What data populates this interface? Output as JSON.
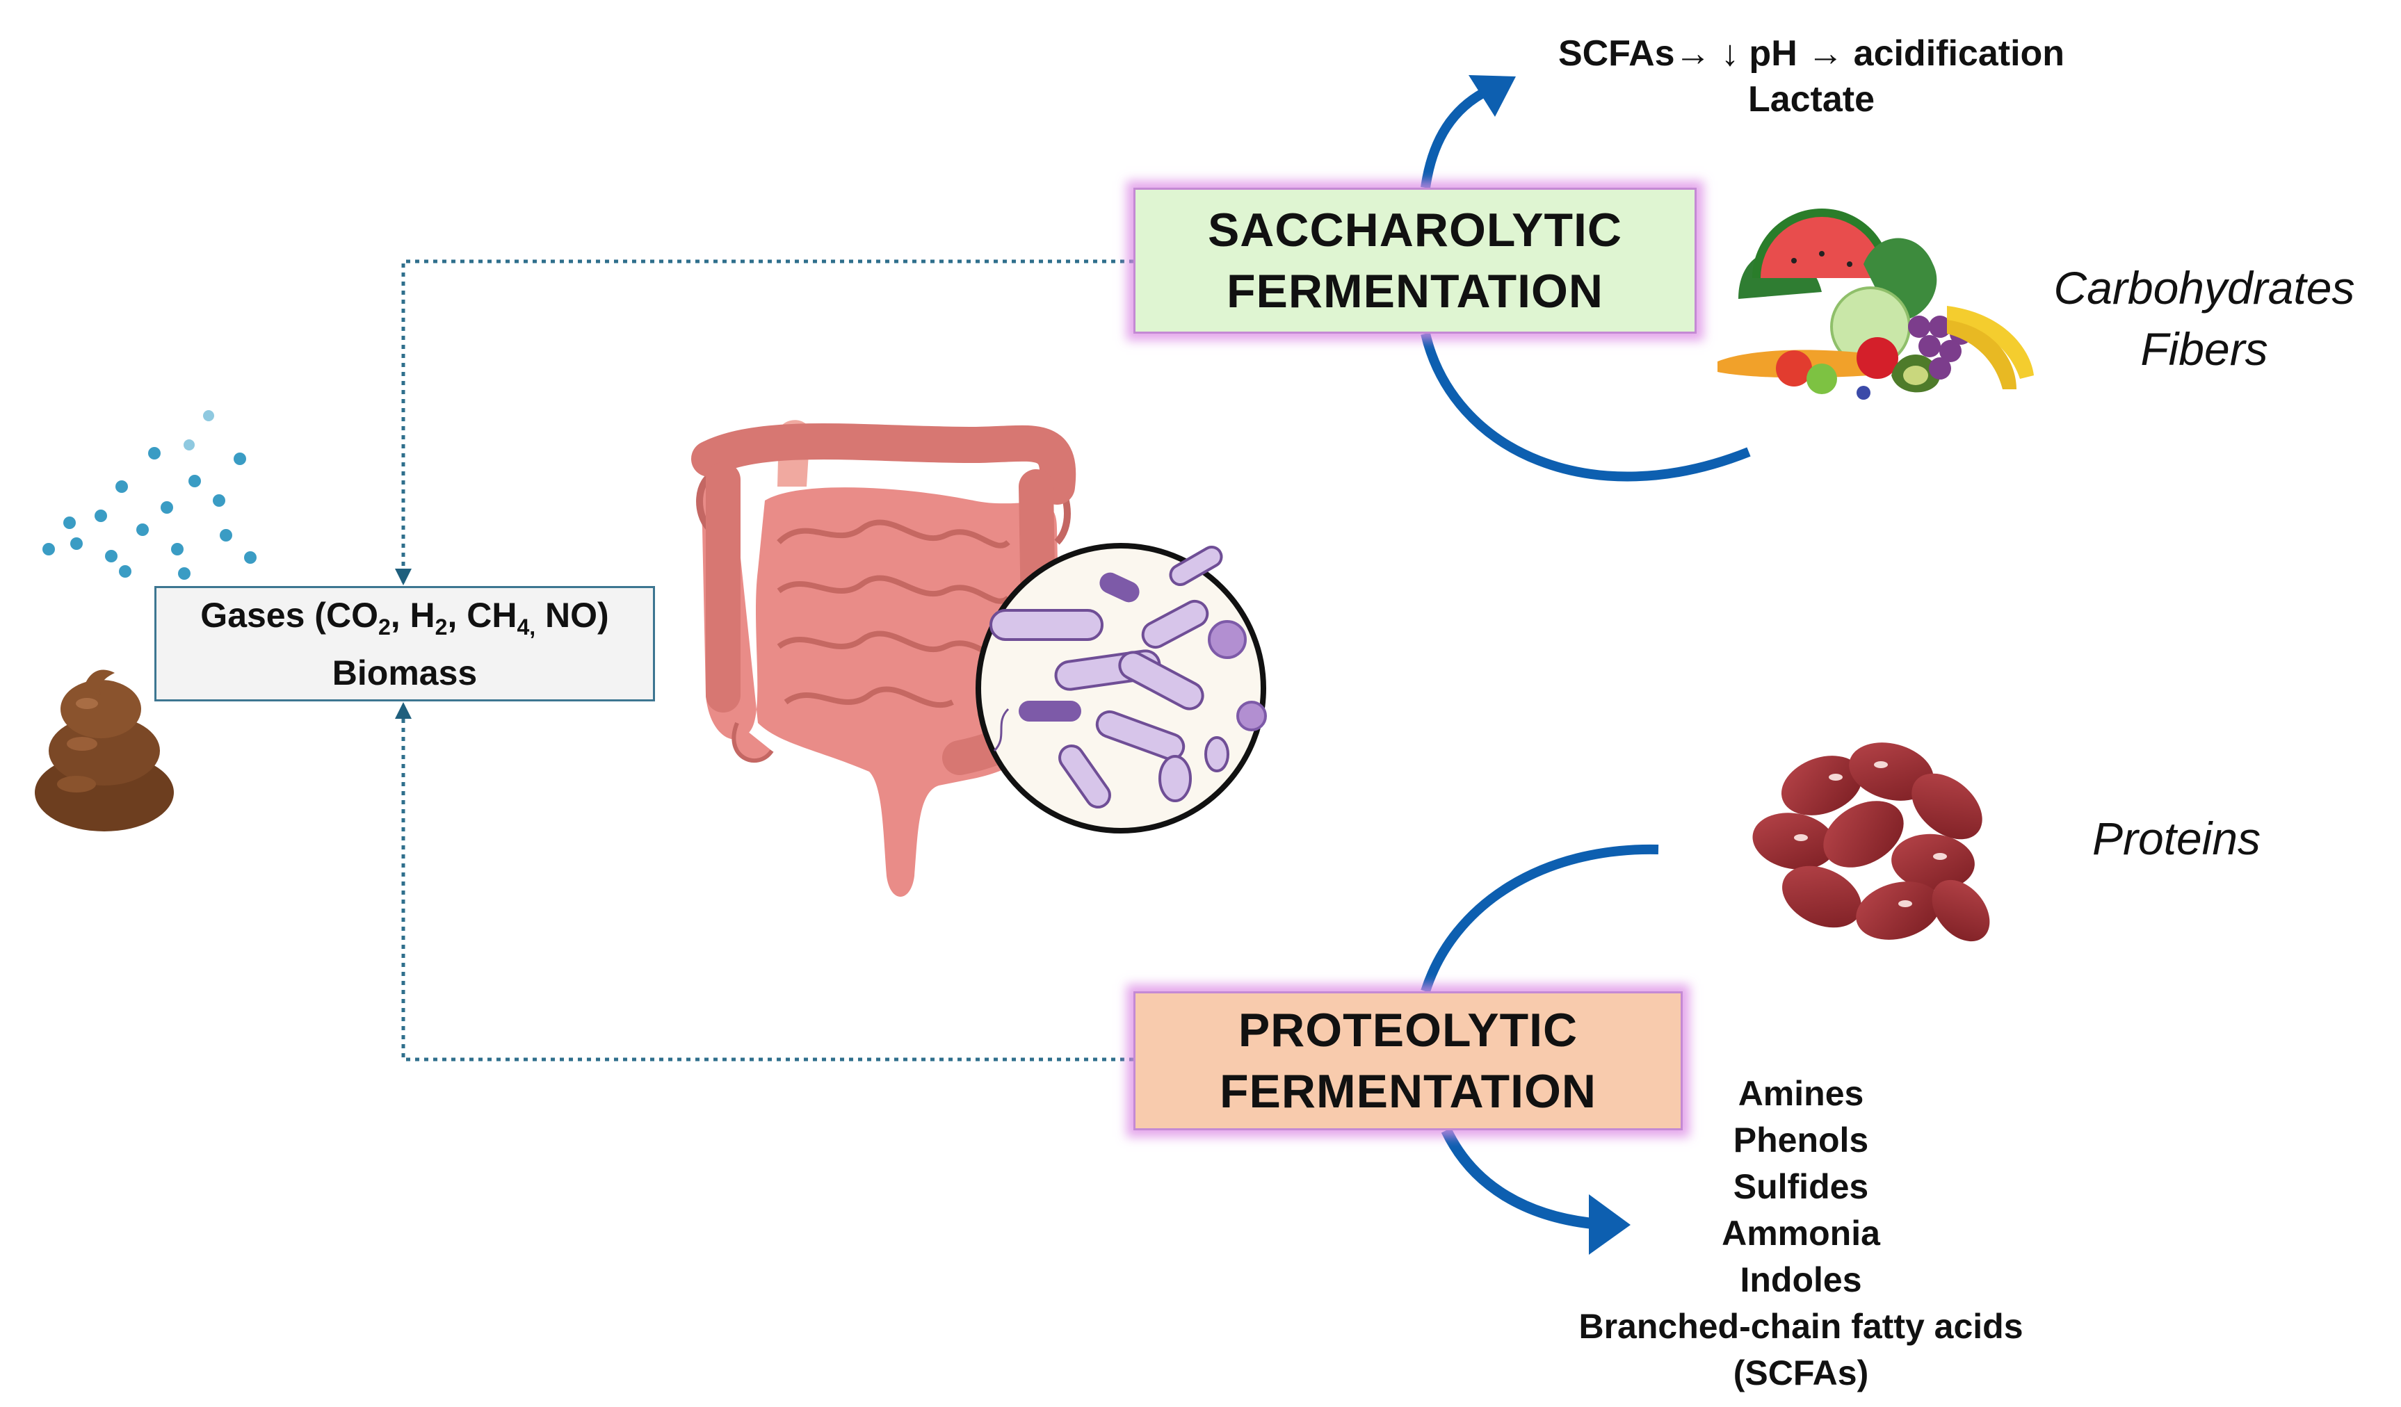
{
  "saccharolytic": {
    "line1": "SACCHAROLYTIC",
    "line2": "FERMENTATION"
  },
  "proteolytic": {
    "line1": "PROTEOLYTIC",
    "line2": "FERMENTATION"
  },
  "gases_box": {
    "gases_prefix": "Gases (CO",
    "sub_2a": "2",
    "sep_h": ", H",
    "sub_2b": "2",
    "sep_ch": ", CH",
    "sub_4": "4,",
    "gases_suffix": " NO)",
    "line2": "Biomass"
  },
  "sacch_products": {
    "line1": "SCFAs→ ↓ pH → acidification",
    "line2": "Lactate"
  },
  "substrates_top": {
    "line1": "Carbohydrates",
    "line2": "Fibers"
  },
  "substrate_bottom": "Proteins",
  "prot_products": [
    "Amines",
    "Phenols",
    "Sulfides",
    "Ammonia",
    "Indoles",
    "Branched-chain fatty acids",
    "(SCFAs)"
  ],
  "colors": {
    "arrow_blue": "#0d5fb0",
    "connector": "#2f6f8c",
    "sacch_fill": "#dff5d2",
    "prot_fill": "#f8cbad",
    "glow": "#dc8ce6"
  },
  "icons": [
    "gas-dots-icon",
    "stool-icon",
    "intestine-icon",
    "bacteria-magnifier-icon",
    "fruits-vegetables-icon",
    "kidney-beans-icon"
  ]
}
